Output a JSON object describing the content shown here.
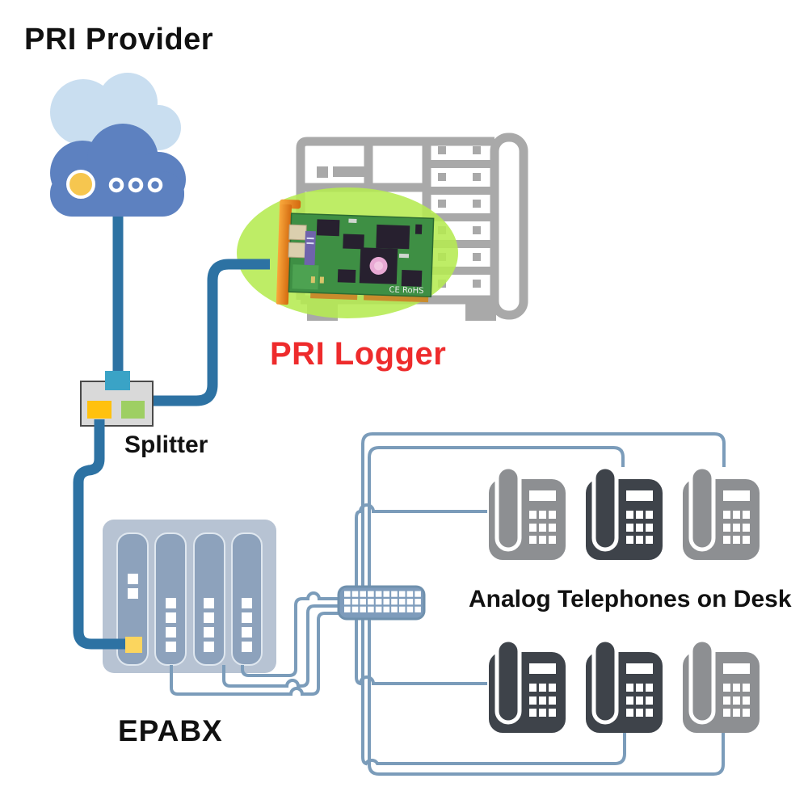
{
  "diagram": {
    "title": "PRI telephony wiring diagram",
    "nodes": {
      "provider": {
        "label": "PRI Provider",
        "icon": "cloud-icon"
      },
      "logger": {
        "label": "PRI Logger",
        "icon": "pci-logger-card-icon",
        "host_icon": "server-rack-icon",
        "label_color": "#ee2b2c",
        "highlight_color": "#b5ea51"
      },
      "splitter": {
        "label": "Splitter",
        "icon": "splitter-box-icon"
      },
      "epabx": {
        "label": "EPABX",
        "icon": "epabx-cabinet-icon"
      },
      "phones": {
        "label": "Analog Telephones on Desk",
        "icon": "telephone-icon",
        "count": 6,
        "patch_icon": "patch-panel-icon"
      }
    },
    "logger_card": {
      "marking": "CE RoHS"
    },
    "line_counts": {
      "epabx_to_panel": 3,
      "panel_to_phones": 6,
      "trunk_lines": 3
    },
    "icons": [
      "cloud-icon",
      "server-rack-icon",
      "pci-logger-card-icon",
      "splitter-box-icon",
      "epabx-cabinet-icon",
      "patch-panel-icon",
      "telephone-icon"
    ]
  },
  "colors": {
    "trunk_line": "#2d72a3",
    "extension_line": "#7b9cba",
    "highlight_ellipse": "#b5ea51",
    "logger_label_red": "#ee2b2c",
    "rack_gray": "#a9a9a9",
    "cloud_back": "#c9def0",
    "cloud_front": "#5d81c0",
    "cloud_sun": "#f6c64f",
    "splitter_box": "#d9d9d9",
    "splitter_teal": "#3aa3c6",
    "splitter_yellow": "#ffc10e",
    "splitter_green": "#9ecf63",
    "epabx_body": "#b7c3d3",
    "epabx_slot": "#8da2bc",
    "epabx_yellow": "#fbd55e",
    "panel_fill": "#7e9cbc",
    "card_pcb": "#3e8f44",
    "card_bracket": "#ef8c1f",
    "text_black": "#111111"
  },
  "phones": [
    {
      "variant": "gray",
      "color": "#8d8f92"
    },
    {
      "variant": "dark",
      "color": "#3e434a"
    },
    {
      "variant": "gray",
      "color": "#8d8f92"
    },
    {
      "variant": "dark",
      "color": "#3e434a"
    },
    {
      "variant": "dark",
      "color": "#3e434a"
    },
    {
      "variant": "gray",
      "color": "#8d8f92"
    }
  ]
}
